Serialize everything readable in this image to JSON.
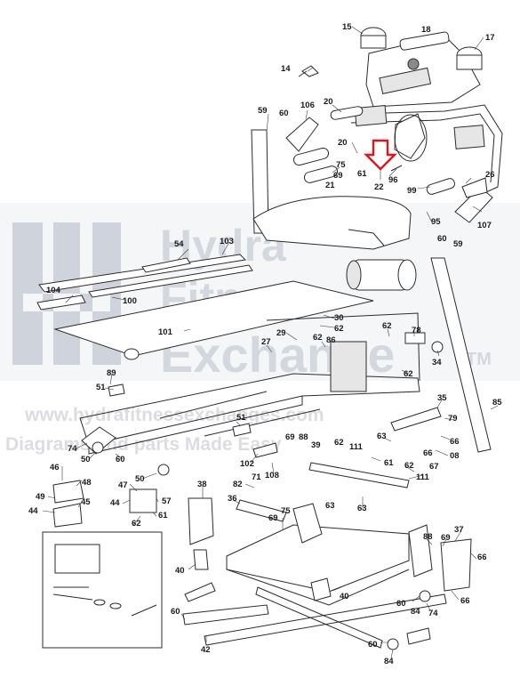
{
  "watermark": {
    "brand_lines": [
      "Hydra",
      "Fitness",
      "Exchange"
    ],
    "tm": "TM",
    "url_line": "www.hydrafitnessexchanges.com",
    "tag_line": "Diagrams and parts Made Easy"
  },
  "highlight": {
    "target_label": "22",
    "color": "#e0141c"
  },
  "labels": [
    {
      "id": "p15",
      "text": "15"
    },
    {
      "id": "p18",
      "text": "18"
    },
    {
      "id": "p17",
      "text": "17"
    },
    {
      "id": "p14",
      "text": "14"
    },
    {
      "id": "p106",
      "text": "106"
    },
    {
      "id": "p20a",
      "text": "20"
    },
    {
      "id": "p59a",
      "text": "59"
    },
    {
      "id": "p60a",
      "text": "60"
    },
    {
      "id": "p20b",
      "text": "20"
    },
    {
      "id": "p75a",
      "text": "75"
    },
    {
      "id": "p69a",
      "text": "69"
    },
    {
      "id": "p61a",
      "text": "61"
    },
    {
      "id": "p96",
      "text": "96"
    },
    {
      "id": "p22",
      "text": "22"
    },
    {
      "id": "p21",
      "text": "21"
    },
    {
      "id": "p26",
      "text": "26"
    },
    {
      "id": "p99",
      "text": "99"
    },
    {
      "id": "p95",
      "text": "95"
    },
    {
      "id": "p107",
      "text": "107"
    },
    {
      "id": "p60b",
      "text": "60"
    },
    {
      "id": "p59b",
      "text": "59"
    },
    {
      "id": "p54",
      "text": "54"
    },
    {
      "id": "p103",
      "text": "103"
    },
    {
      "id": "p104",
      "text": "104"
    },
    {
      "id": "p100",
      "text": "100"
    },
    {
      "id": "p30",
      "text": "30"
    },
    {
      "id": "p62a",
      "text": "62"
    },
    {
      "id": "p29",
      "text": "29"
    },
    {
      "id": "p101",
      "text": "101"
    },
    {
      "id": "p27",
      "text": "27"
    },
    {
      "id": "p62b",
      "text": "62"
    },
    {
      "id": "p86",
      "text": "86"
    },
    {
      "id": "p62c",
      "text": "62"
    },
    {
      "id": "p78",
      "text": "78"
    },
    {
      "id": "p34",
      "text": "34"
    },
    {
      "id": "p62d",
      "text": "62"
    },
    {
      "id": "p89",
      "text": "89"
    },
    {
      "id": "p51a",
      "text": "51"
    },
    {
      "id": "p35",
      "text": "35"
    },
    {
      "id": "p85",
      "text": "85"
    },
    {
      "id": "p79",
      "text": "79"
    },
    {
      "id": "p74a",
      "text": "74"
    },
    {
      "id": "p51b",
      "text": "51"
    },
    {
      "id": "p69b",
      "text": "69"
    },
    {
      "id": "p88a",
      "text": "88"
    },
    {
      "id": "p63a",
      "text": "63"
    },
    {
      "id": "p66a",
      "text": "66"
    },
    {
      "id": "p50a",
      "text": "50"
    },
    {
      "id": "p60c",
      "text": "60"
    },
    {
      "id": "p39",
      "text": "39"
    },
    {
      "id": "p62e",
      "text": "62"
    },
    {
      "id": "p111a",
      "text": "111"
    },
    {
      "id": "p61b",
      "text": "61"
    },
    {
      "id": "p66b",
      "text": "66"
    },
    {
      "id": "p102",
      "text": "102"
    },
    {
      "id": "p62f",
      "text": "62"
    },
    {
      "id": "p67",
      "text": "67"
    },
    {
      "id": "p08",
      "text": "08"
    },
    {
      "id": "p50b",
      "text": "50"
    },
    {
      "id": "p108",
      "text": "108"
    },
    {
      "id": "p111b",
      "text": "111"
    },
    {
      "id": "p46",
      "text": "46"
    },
    {
      "id": "p48",
      "text": "48"
    },
    {
      "id": "p47",
      "text": "47"
    },
    {
      "id": "p38",
      "text": "38"
    },
    {
      "id": "p82",
      "text": "82"
    },
    {
      "id": "p71",
      "text": "71"
    },
    {
      "id": "p49",
      "text": "49"
    },
    {
      "id": "p45",
      "text": "45"
    },
    {
      "id": "p36",
      "text": "36"
    },
    {
      "id": "p63b",
      "text": "63"
    },
    {
      "id": "p44a",
      "text": "44"
    },
    {
      "id": "p44b",
      "text": "44"
    },
    {
      "id": "p57",
      "text": "57"
    },
    {
      "id": "p61c",
      "text": "61"
    },
    {
      "id": "p62g",
      "text": "62"
    },
    {
      "id": "p75b",
      "text": "75"
    },
    {
      "id": "p69c",
      "text": "69"
    },
    {
      "id": "p63c",
      "text": "63"
    },
    {
      "id": "p88b",
      "text": "88"
    },
    {
      "id": "p37",
      "text": "37"
    },
    {
      "id": "p69d",
      "text": "69"
    },
    {
      "id": "p66c",
      "text": "66"
    },
    {
      "id": "p40a",
      "text": "40"
    },
    {
      "id": "p40b",
      "text": "40"
    },
    {
      "id": "p60d",
      "text": "60"
    },
    {
      "id": "p84a",
      "text": "84"
    },
    {
      "id": "p74b",
      "text": "74"
    },
    {
      "id": "p66d",
      "text": "66"
    },
    {
      "id": "p60e",
      "text": "60"
    },
    {
      "id": "p42",
      "text": "42"
    },
    {
      "id": "p60f",
      "text": "60"
    },
    {
      "id": "p84b",
      "text": "84"
    }
  ]
}
